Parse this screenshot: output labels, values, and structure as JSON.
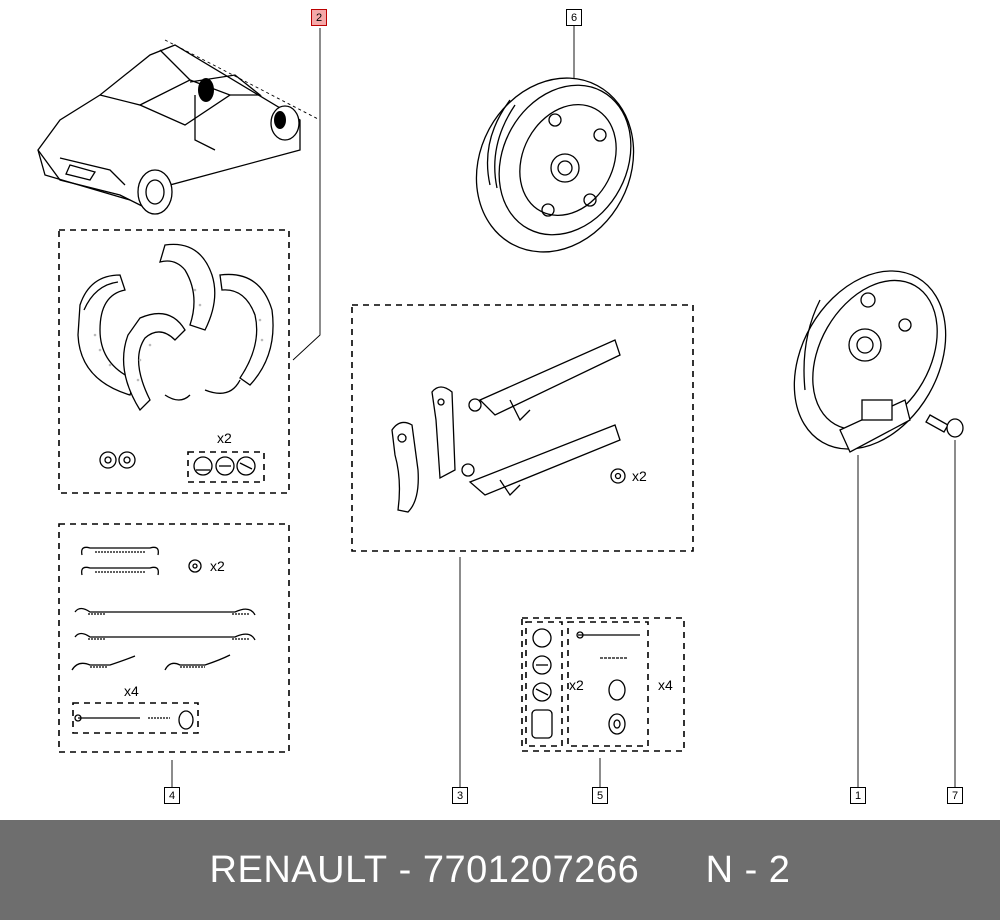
{
  "callouts": [
    {
      "id": "callout-2",
      "label": "2"
    },
    {
      "id": "callout-6",
      "label": "6"
    },
    {
      "id": "callout-4",
      "label": "4"
    },
    {
      "id": "callout-3",
      "label": "3"
    },
    {
      "id": "callout-5",
      "label": "5"
    },
    {
      "id": "callout-1",
      "label": "1"
    },
    {
      "id": "callout-7",
      "label": "7"
    }
  ],
  "quantities": {
    "shoes_x2": "x2",
    "springs_x2": "x2",
    "springs_x4": "x4",
    "adjuster_x2": "x2",
    "hardware_x2": "x2",
    "hardware_x4": "x4"
  },
  "footer": {
    "brand": "RENAULT",
    "separator": "-",
    "part_number": "7701207266",
    "page_label": "N - 2"
  }
}
